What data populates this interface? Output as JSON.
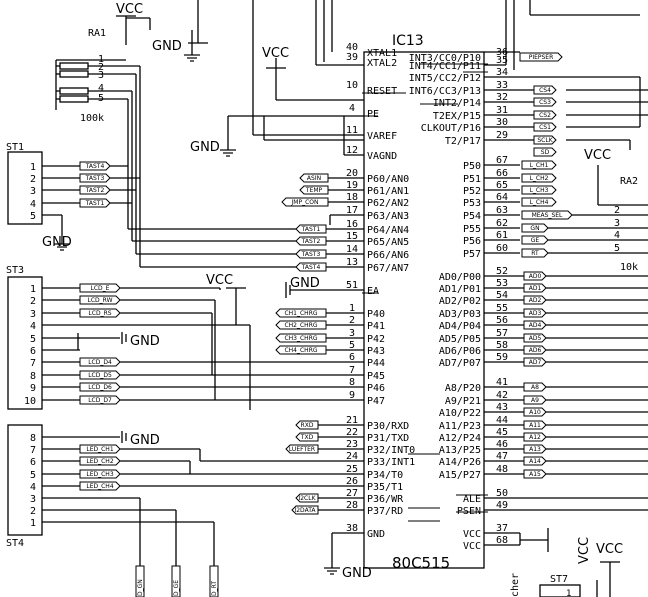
{
  "ic": {
    "name": "IC13",
    "part": "80C515",
    "left_pins": [
      {
        "num": "40",
        "label": "XTAL1"
      },
      {
        "num": "39",
        "label": "XTAL2"
      },
      {
        "num": "10",
        "label": "RESET"
      },
      {
        "num": "4",
        "label": "PE"
      },
      {
        "num": "11",
        "label": "VAREF"
      },
      {
        "num": "12",
        "label": "VAGND"
      },
      {
        "num": "20",
        "label": "P60/AN0"
      },
      {
        "num": "19",
        "label": "P61/AN1"
      },
      {
        "num": "18",
        "label": "P62/AN2"
      },
      {
        "num": "17",
        "label": "P63/AN3"
      },
      {
        "num": "16",
        "label": "P64/AN4"
      },
      {
        "num": "15",
        "label": "P65/AN5"
      },
      {
        "num": "14",
        "label": "P66/AN6"
      },
      {
        "num": "13",
        "label": "P67/AN7"
      },
      {
        "num": "51",
        "label": "EA"
      },
      {
        "num": "1",
        "label": "P40"
      },
      {
        "num": "2",
        "label": "P41"
      },
      {
        "num": "3",
        "label": "P42"
      },
      {
        "num": "5",
        "label": "P43"
      },
      {
        "num": "6",
        "label": "P44"
      },
      {
        "num": "7",
        "label": "P45"
      },
      {
        "num": "8",
        "label": "P46"
      },
      {
        "num": "9",
        "label": "P47"
      },
      {
        "num": "21",
        "label": "P30/RXD"
      },
      {
        "num": "22",
        "label": "P31/TXD"
      },
      {
        "num": "23",
        "label": "P32/INT0"
      },
      {
        "num": "24",
        "label": "P33/INT1"
      },
      {
        "num": "25",
        "label": "P34/T0"
      },
      {
        "num": "26",
        "label": "P35/T1"
      },
      {
        "num": "27",
        "label": "P36/WR"
      },
      {
        "num": "28",
        "label": "P37/RD"
      },
      {
        "num": "38",
        "label": "GND"
      }
    ],
    "right_pins": [
      {
        "num": "36",
        "label": "INT3/CC0/P10"
      },
      {
        "num": "35",
        "label": "INT4/CC1/P11"
      },
      {
        "num": "34",
        "label": "INT5/CC2/P12"
      },
      {
        "num": "33",
        "label": "INT6/CC3/P13"
      },
      {
        "num": "32",
        "label": "INT2/P14"
      },
      {
        "num": "31",
        "label": "T2EX/P15"
      },
      {
        "num": "30",
        "label": "CLKOUT/P16"
      },
      {
        "num": "29",
        "label": "T2/P17"
      },
      {
        "num": "67",
        "label": "P50"
      },
      {
        "num": "66",
        "label": "P51"
      },
      {
        "num": "65",
        "label": "P52"
      },
      {
        "num": "64",
        "label": "P53"
      },
      {
        "num": "63",
        "label": "P54"
      },
      {
        "num": "62",
        "label": "P55"
      },
      {
        "num": "61",
        "label": "P56"
      },
      {
        "num": "60",
        "label": "P57"
      },
      {
        "num": "52",
        "label": "AD0/P00"
      },
      {
        "num": "53",
        "label": "AD1/P01"
      },
      {
        "num": "54",
        "label": "AD2/P02"
      },
      {
        "num": "55",
        "label": "AD3/P03"
      },
      {
        "num": "56",
        "label": "AD4/P04"
      },
      {
        "num": "57",
        "label": "AD5/P05"
      },
      {
        "num": "58",
        "label": "AD6/P06"
      },
      {
        "num": "59",
        "label": "AD7/P07"
      },
      {
        "num": "41",
        "label": "A8/P20"
      },
      {
        "num": "42",
        "label": "A9/P21"
      },
      {
        "num": "43",
        "label": "A10/P22"
      },
      {
        "num": "44",
        "label": "A11/P23"
      },
      {
        "num": "45",
        "label": "A12/P24"
      },
      {
        "num": "46",
        "label": "A13/P25"
      },
      {
        "num": "47",
        "label": "A14/P26"
      },
      {
        "num": "48",
        "label": "A15/P27"
      },
      {
        "num": "50",
        "label": "ALE"
      },
      {
        "num": "49",
        "label": "PSEN"
      },
      {
        "num": "37",
        "label": "VCC"
      },
      {
        "num": "68",
        "label": "VCC"
      }
    ],
    "right_tags": [
      "PIEPSER",
      "CS4",
      "CS3",
      "CS2",
      "CS1",
      "SCLK",
      "SD",
      "L_CH1",
      "L_CH2",
      "L_CH3",
      "L_CH4",
      "MEAS_SEL",
      "GN",
      "GE",
      "RT",
      "AD0",
      "AD1",
      "AD2",
      "AD3",
      "AD4",
      "AD5",
      "AD6",
      "AD7",
      "A8",
      "A9",
      "A10",
      "A11",
      "A12",
      "A13",
      "A14",
      "A15"
    ],
    "left_tags": [
      "ASIN",
      "TEMP",
      "JMP_CON",
      "TAST1",
      "TAST2",
      "TAST3",
      "TAST4",
      "CH1_CHRG",
      "CH2_CHRG",
      "CH3_CHRG",
      "CH4_CHRG",
      "RXD",
      "TXD",
      "LUEFTER",
      "I2CLK",
      "I2DATA"
    ]
  },
  "ra1": {
    "name": "RA1",
    "value": "100k",
    "pins": [
      "1",
      "2",
      "3",
      "4",
      "5"
    ],
    "vcc": "VCC",
    "gnd": "GND"
  },
  "ra2": {
    "name": "RA2",
    "value": "10k",
    "pins": [
      "2",
      "3",
      "4",
      "5"
    ],
    "vcc": "VCC"
  },
  "st1": {
    "name": "ST1",
    "pins": [
      "1",
      "2",
      "3",
      "4",
      "5"
    ],
    "tags": [
      "TAST4",
      "TAST3",
      "TAST2",
      "TAST1"
    ],
    "gnd": "GND"
  },
  "st3": {
    "name": "ST3",
    "pins": [
      "1",
      "2",
      "3",
      "4",
      "5",
      "6",
      "7",
      "8",
      "9",
      "10"
    ],
    "tags": [
      "LCD_E",
      "LCD_RW",
      "LCD_RS",
      "LCD_D4",
      "LCD_D5",
      "LCD_D6",
      "LCD_D7"
    ],
    "gnd": "GND",
    "vcc": "VCC"
  },
  "st4": {
    "name": "ST4",
    "pins": [
      "8",
      "7",
      "6",
      "5",
      "4",
      "3",
      "2",
      "1"
    ],
    "tags": [
      "LED_CH1",
      "LED_CH2",
      "LED_CH3",
      "LED_CH4"
    ],
    "gnd": "GND"
  },
  "st7": {
    "name": "ST7",
    "pin": "1"
  },
  "bottom_tags": [
    "D_GN",
    "D_GE",
    "D_RT"
  ],
  "power": {
    "vcc_top_left": "VCC",
    "vcc_ic": "VCC",
    "gnd_ic": "GND",
    "gnd_varef": "GND",
    "gnd_ea": "GND",
    "vcc_ea": "VCC",
    "vcc_decouple": "VCC",
    "vcc_bottom_right": "VCC",
    "gnd_bottom": "GND"
  },
  "misc": {
    "switcher": "cher"
  }
}
